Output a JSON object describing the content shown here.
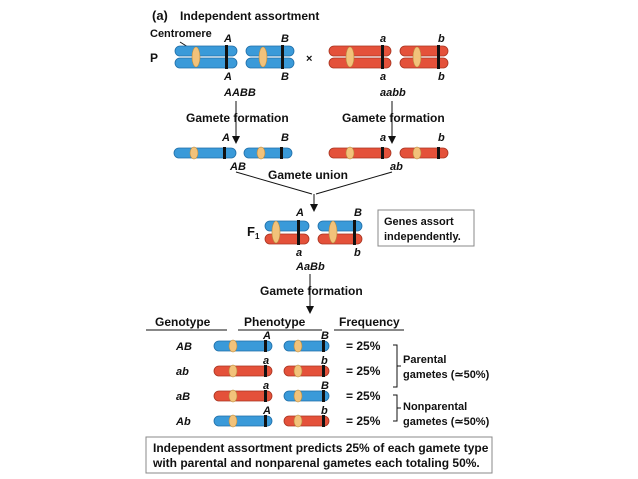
{
  "title_prefix": "(a)",
  "title": "Independent assortment",
  "centromere_label": "Centromere",
  "p_label": "P",
  "cross_symbol": "×",
  "genotype_parent_dominant": "AABB",
  "genotype_parent_recessive": "aabb",
  "gamete_formation": "Gamete formation",
  "gamete_dominant": "AB",
  "gamete_recessive": "ab",
  "gamete_union": "Gamete union",
  "f1_label": "F",
  "f1_sub": "1",
  "f1_genotype": "AaBb",
  "assort_note_line1": "Genes assort",
  "assort_note_line2": "independently.",
  "gamete_formation_2": "Gamete formation",
  "allele_A": "A",
  "allele_B": "B",
  "allele_a": "a",
  "allele_b": "b",
  "table": {
    "headers": [
      "Genotype",
      "Phenotype",
      "Frequency"
    ],
    "rows": [
      {
        "genotype": "AB",
        "freq": "= 25%",
        "top_left": "A",
        "top_right": "B",
        "left_color": "blue",
        "right_color": "blue"
      },
      {
        "genotype": "ab",
        "freq": "= 25%",
        "top_left": "a",
        "top_right": "b",
        "left_color": "red",
        "right_color": "red"
      },
      {
        "genotype": "aB",
        "freq": "= 25%",
        "top_left": "a",
        "top_right": "B",
        "left_color": "red",
        "right_color": "blue"
      },
      {
        "genotype": "Ab",
        "freq": "= 25%",
        "top_left": "A",
        "top_right": "b",
        "left_color": "blue",
        "right_color": "red"
      }
    ],
    "parental_line1": "Parental",
    "parental_line2": "gametes (≃50%)",
    "nonparental_line1": "Nonparental",
    "nonparental_line2": "gametes (≃50%)"
  },
  "footer_line1": "Independent assortment predicts 25% of each gamete type",
  "footer_line2": "with parental and nonparenal gametes each totaling 50%.",
  "colors": {
    "blue_chromosome": "#3a9ad9",
    "red_chromosome": "#e4513a",
    "centromere": "#f2c27a"
  }
}
